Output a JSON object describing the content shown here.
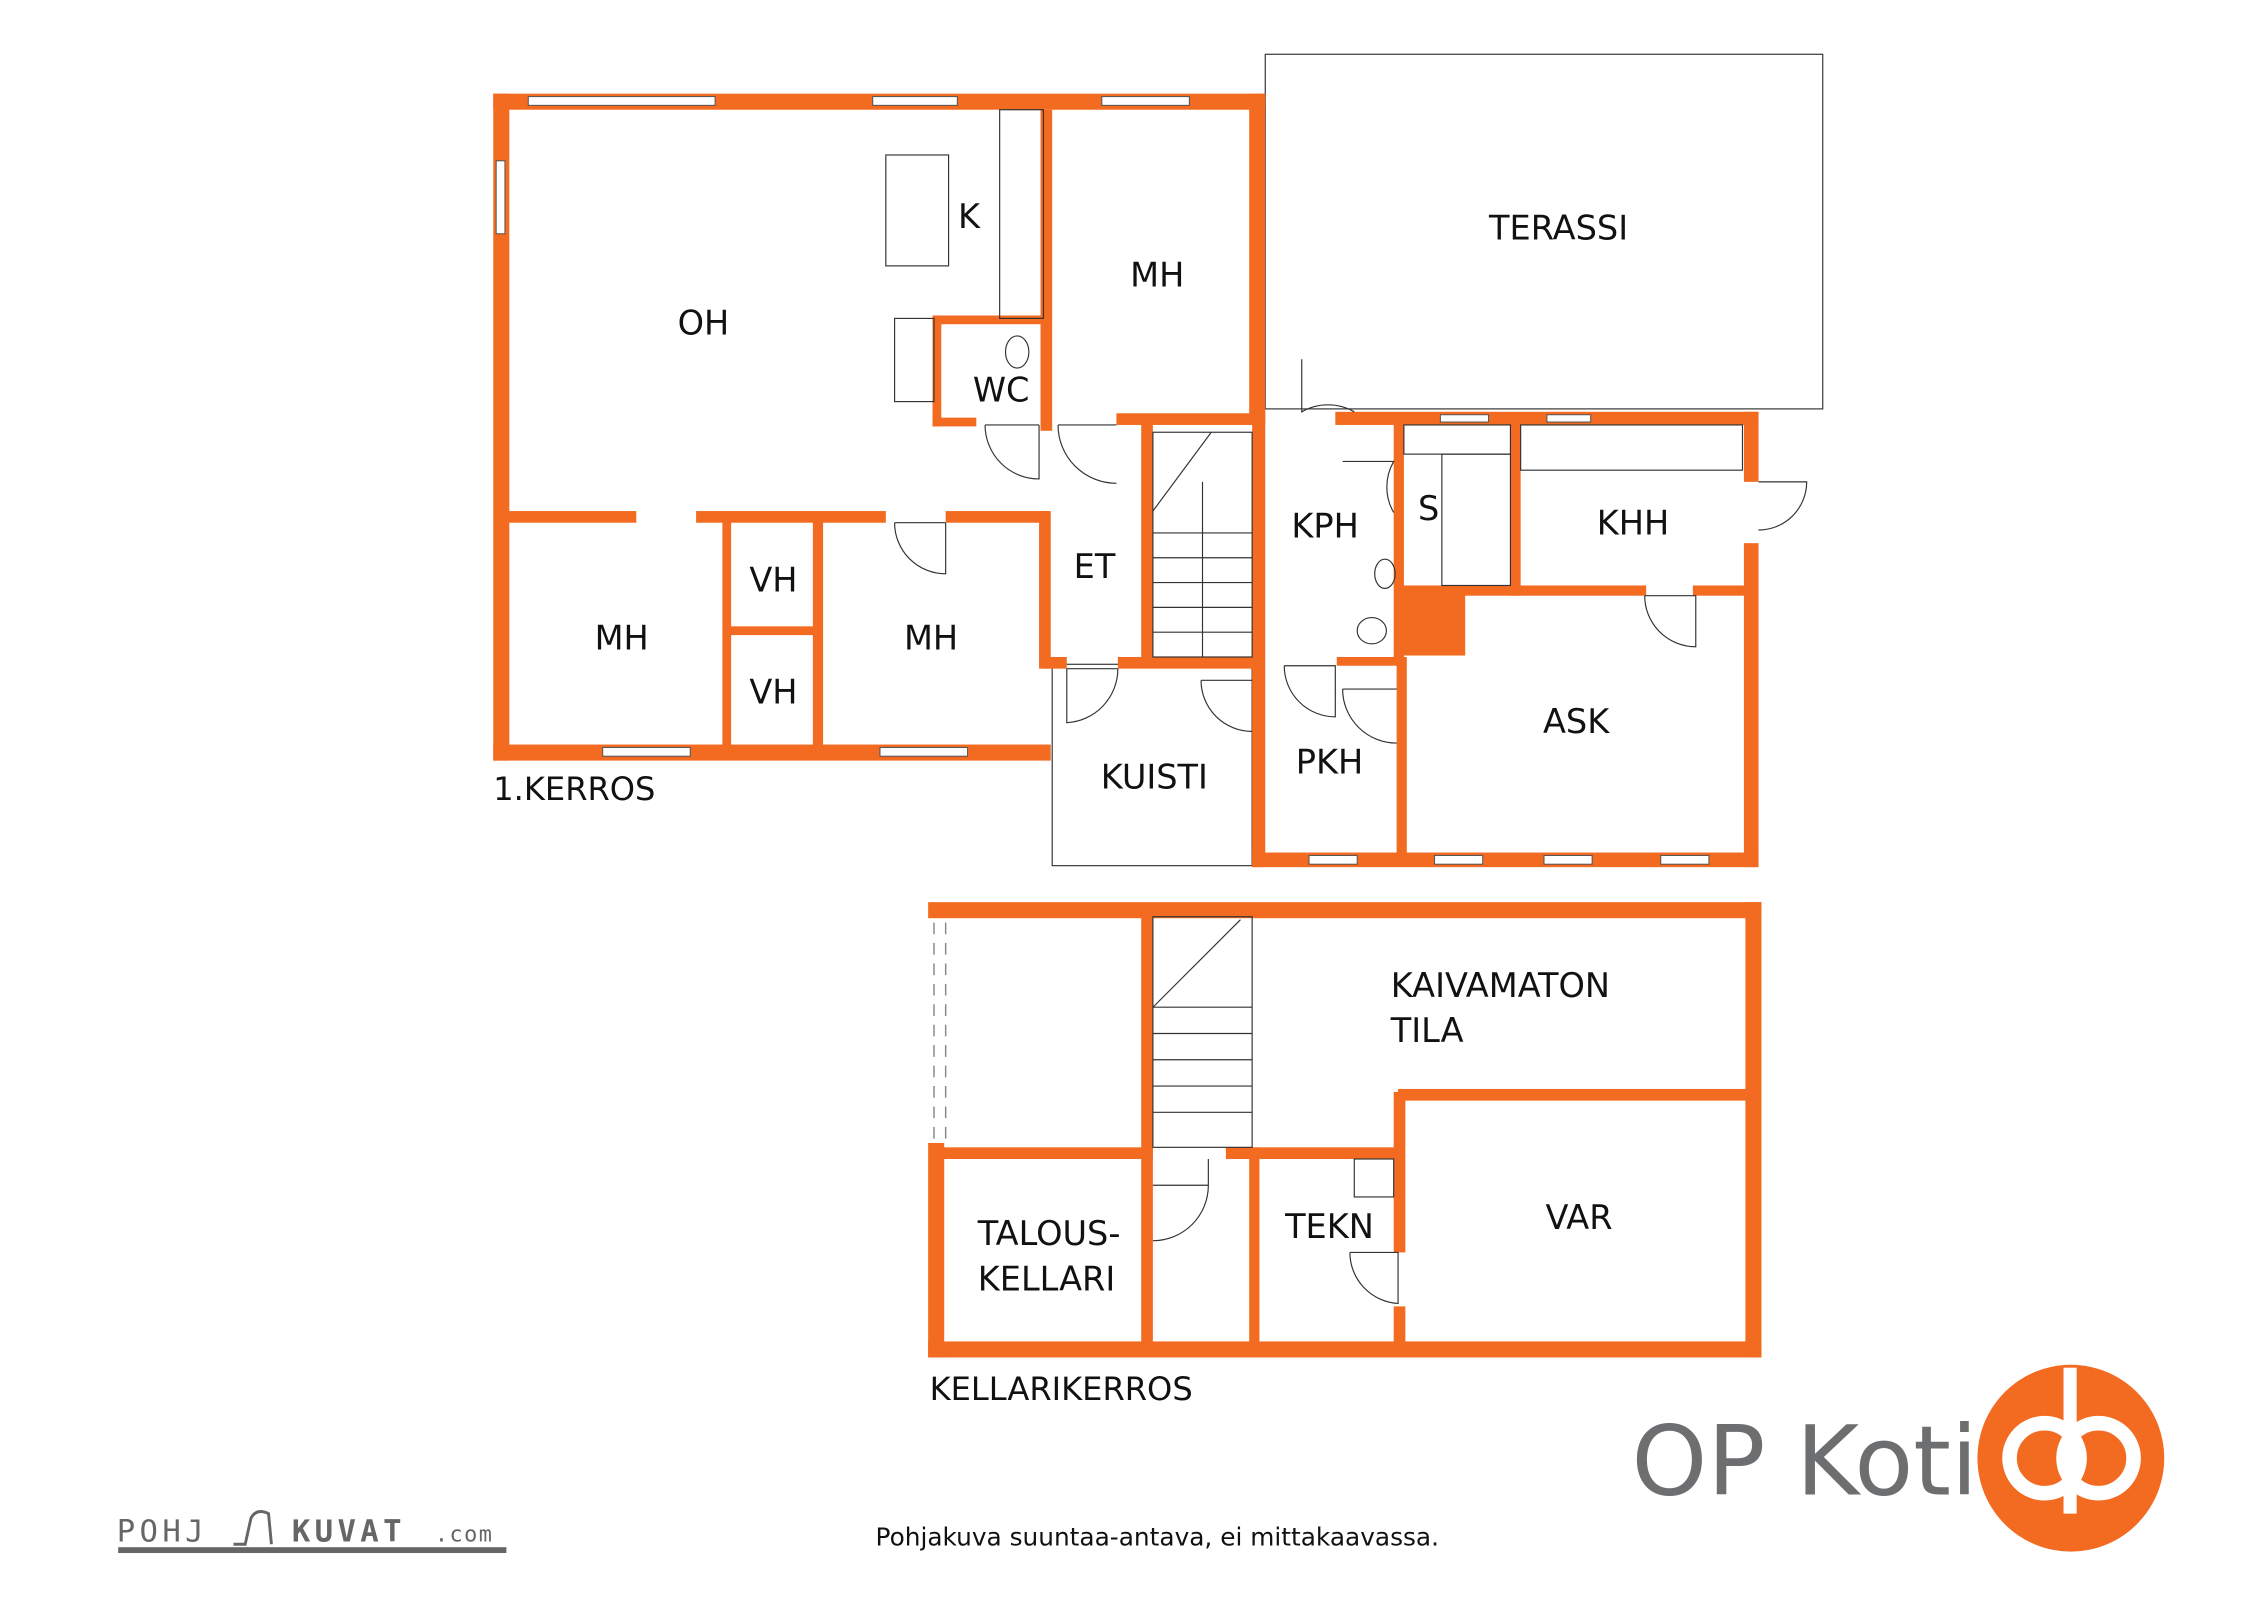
{
  "floors": {
    "first": {
      "title": "1.KERROS",
      "rooms": [
        "OH",
        "K",
        "MH",
        "WC",
        "TERASSI",
        "MH",
        "VH",
        "VH",
        "MH",
        "ET",
        "KPH",
        "S",
        "KHH",
        "ASK",
        "PKH",
        "KUISTI"
      ]
    },
    "basement": {
      "title": "KELLARIKERROS",
      "rooms": [
        "KAIVAMATON",
        "TILA",
        "TALOUS-",
        "KELLARI",
        "TEKN",
        "VAR"
      ]
    }
  },
  "footer": {
    "caption": "Pohjakuva suuntaa-antava, ei mittakaavassa.",
    "brand": "OP Koti",
    "watermark_left": "POHJ",
    "watermark_right": "KUVAT",
    "watermark_suffix": ".com"
  },
  "colors": {
    "wall": "#F26B21",
    "brand_gray": "#6d6e70"
  }
}
